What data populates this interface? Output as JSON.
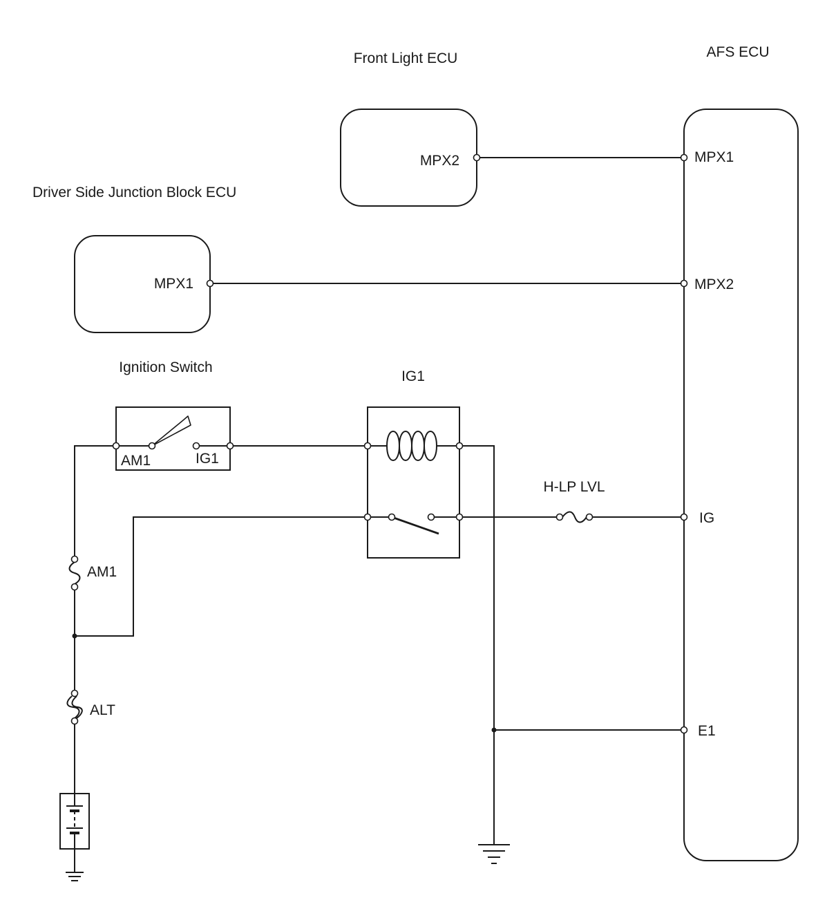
{
  "components": {
    "front_light_ecu": {
      "title": "Front Light ECU",
      "pin_mpx2": "MPX2"
    },
    "afs_ecu": {
      "title": "AFS ECU",
      "pin_mpx1": "MPX1",
      "pin_mpx2": "MPX2",
      "pin_ig": "IG",
      "pin_e1": "E1"
    },
    "driver_jb_ecu": {
      "title": "Driver Side Junction Block ECU",
      "pin_mpx1": "MPX1"
    },
    "ignition_switch": {
      "title": "Ignition Switch",
      "pin_am1": "AM1",
      "pin_ig1": "IG1"
    },
    "ig1_relay": {
      "title": "IG1"
    },
    "fuses": {
      "hlp_lvl": "H-LP LVL",
      "am1": "AM1",
      "alt": "ALT"
    }
  },
  "colors": {
    "line": "#1a1a1a",
    "background": "#ffffff"
  }
}
